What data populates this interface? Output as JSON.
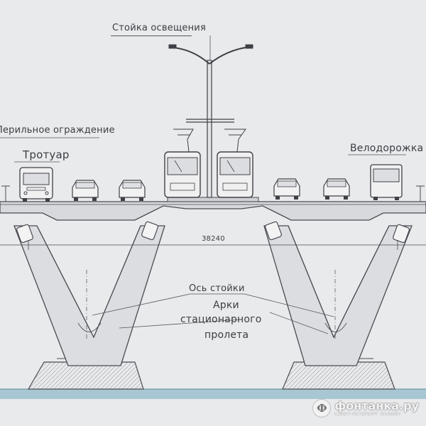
{
  "labels": {
    "lighting_pole": "Стойка освещения",
    "railing": "Перильное ограждение",
    "sidewalk": "Тротуар",
    "bike_lane": "Велодорожка",
    "span_width": "38240",
    "pillar_axis": "Ось стойки",
    "arch_line1": "Арки",
    "arch_line2": "стационарного",
    "arch_line3": "пролета"
  },
  "watermark": {
    "logo_glyph": "Ф",
    "brand": "фонтанка.ру",
    "tagline": "САНКТ-ПЕТЕРБУРГ ОНЛАЙН"
  },
  "colors": {
    "background": "#e9eaec",
    "line": "#4a4b52",
    "pier_fill": "#e0e1e4",
    "water": "#9fc4cf"
  }
}
